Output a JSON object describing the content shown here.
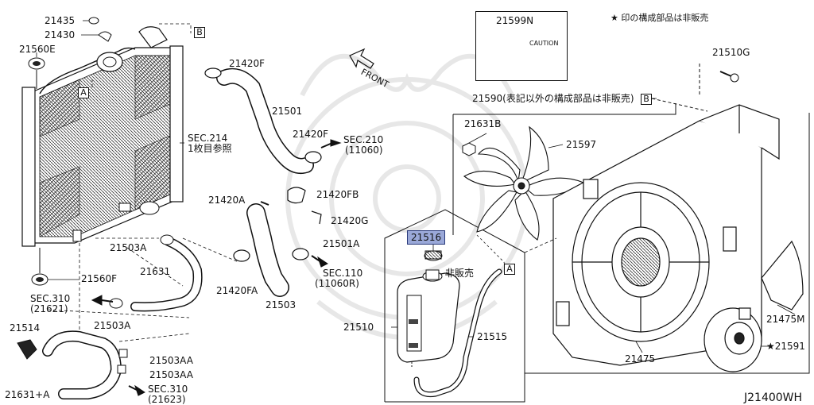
{
  "note_top": "★ 印の構成部品は非販売",
  "diagram_code": "J21400WH",
  "caution": {
    "part": "21599N",
    "text": "CAUTION"
  },
  "front_label": "FRONT",
  "box_refs": {
    "a": "A",
    "b": "B"
  },
  "labels": {
    "p21435": "21435",
    "p21430": "21430",
    "p21560e": "21560E",
    "p21420f_top": "21420F",
    "p21501": "21501",
    "sec214": "SEC.214",
    "sec214_note": "1枚目参照",
    "p21420f_mid": "21420F",
    "sec210": "SEC.210",
    "sec210_ref": "(11060)",
    "p21420a": "21420A",
    "p21420fb": "21420FB",
    "p21420g": "21420G",
    "p21501a": "21501A",
    "sec110": "SEC.110",
    "sec110_ref": "(11060R)",
    "p21420fa": "21420FA",
    "p21503": "21503",
    "p21503a_top": "21503A",
    "p21631": "21631",
    "p21560f": "21560F",
    "sec310_a": "SEC.310",
    "sec310_a_ref": "(21621)",
    "p21503a_bot": "21503A",
    "p21514": "21514",
    "p21503aa_1": "21503AA",
    "p21503aa_2": "21503AA",
    "p21631a": "21631+A",
    "sec310_b": "SEC.310",
    "sec310_b_ref": "(21623)",
    "p21516": "21516",
    "hanbai": "非販売",
    "p21510": "21510",
    "p21515": "21515",
    "p21590": "21590(表記以外の構成部品は非販売)",
    "p21631b": "21631B",
    "p21597": "21597",
    "p21510g": "21510G",
    "p21475": "21475",
    "p21475m": "21475M",
    "p21591": "★21591"
  }
}
